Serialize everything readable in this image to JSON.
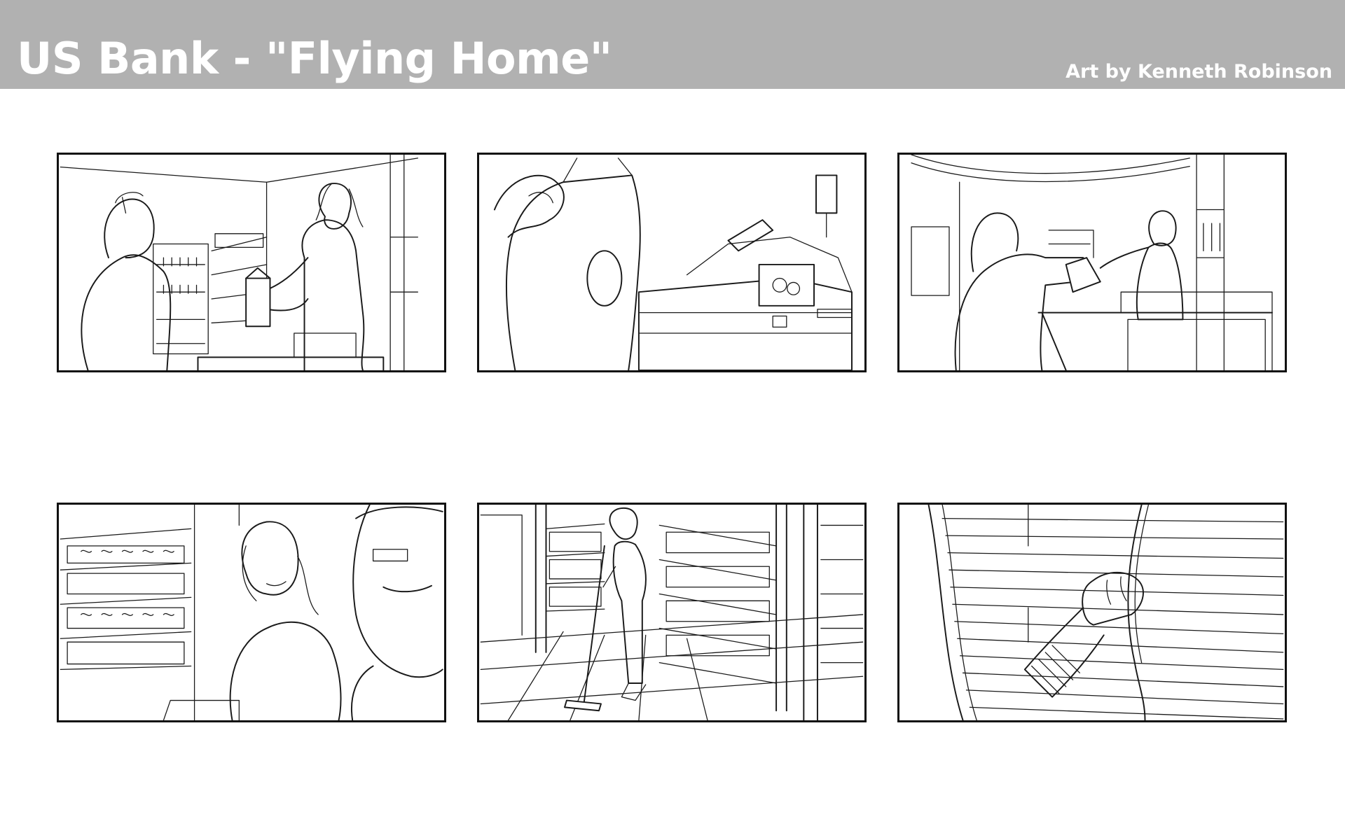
{
  "header": {
    "title": "US Bank - \"Flying Home\"",
    "credit": "Art by Kenneth Robinson",
    "background_color": "#b1b1b1",
    "text_color": "#ffffff"
  },
  "panels": [
    {
      "scene": "checkout-counter-handing-milk"
    },
    {
      "scene": "register-closeup-milk-carton"
    },
    {
      "scene": "handing-over-bag"
    },
    {
      "scene": "smiling-clerk-and-customer"
    },
    {
      "scene": "clerk-sweeping-aisle"
    },
    {
      "scene": "hand-pulling-shutter"
    }
  ]
}
